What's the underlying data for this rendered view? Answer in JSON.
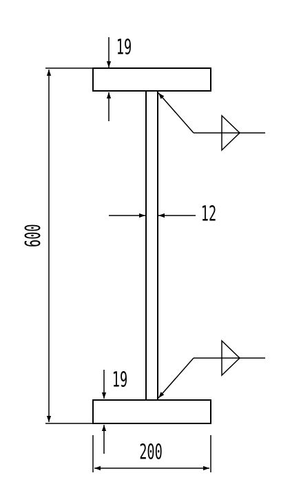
{
  "dimensions": {
    "top_flange_thickness": "19",
    "bottom_flange_thickness": "19",
    "overall_height": "600",
    "web_thickness": "12",
    "flange_width": "200"
  },
  "weld_symbols": [
    {
      "type": "fillet-weld-symbol",
      "location": "top web-to-flange junction"
    },
    {
      "type": "fillet-weld-symbol",
      "location": "bottom web-to-flange junction"
    }
  ],
  "colors": {
    "ink": "#000000",
    "background": "#ffffff"
  }
}
